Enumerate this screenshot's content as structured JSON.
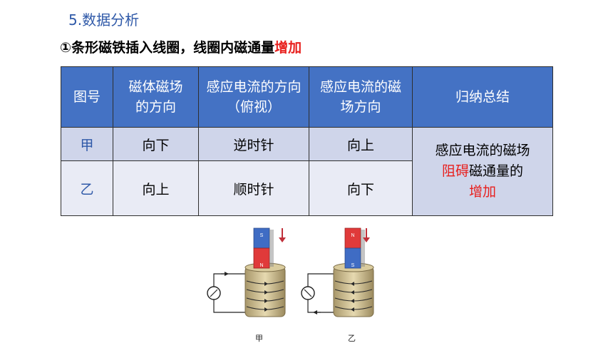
{
  "header": {
    "section_title": "5.数据分析",
    "subtitle_main": "①条形磁铁插入线圈，线圈内磁通量",
    "subtitle_highlight": "增加"
  },
  "table": {
    "headers": [
      "图号",
      "磁体磁场的方向",
      "感应电流的方向（俯视）",
      "感应电流的磁场方向",
      "归纳总结"
    ],
    "rows": [
      {
        "label": "甲",
        "field_dir": "向下",
        "current_dir": "逆时针",
        "induced_field": "向上"
      },
      {
        "label": "乙",
        "field_dir": "向上",
        "current_dir": "顺时针",
        "induced_field": "向下"
      }
    ],
    "summary": {
      "line1": "感应电流的磁场",
      "highlight1": "阻碍",
      "line2_rest": "磁通量的",
      "highlight2": "增加"
    }
  },
  "figure": {
    "left_caption": "甲",
    "right_caption": "乙",
    "left_top_pole": "S",
    "left_bottom_pole": "N",
    "right_top_pole": "N",
    "right_bottom_pole": "S",
    "colors": {
      "north": "#e03a3a",
      "south": "#3f6cc4",
      "coil": "#c9b98a",
      "arrow": "#c0303a"
    }
  }
}
